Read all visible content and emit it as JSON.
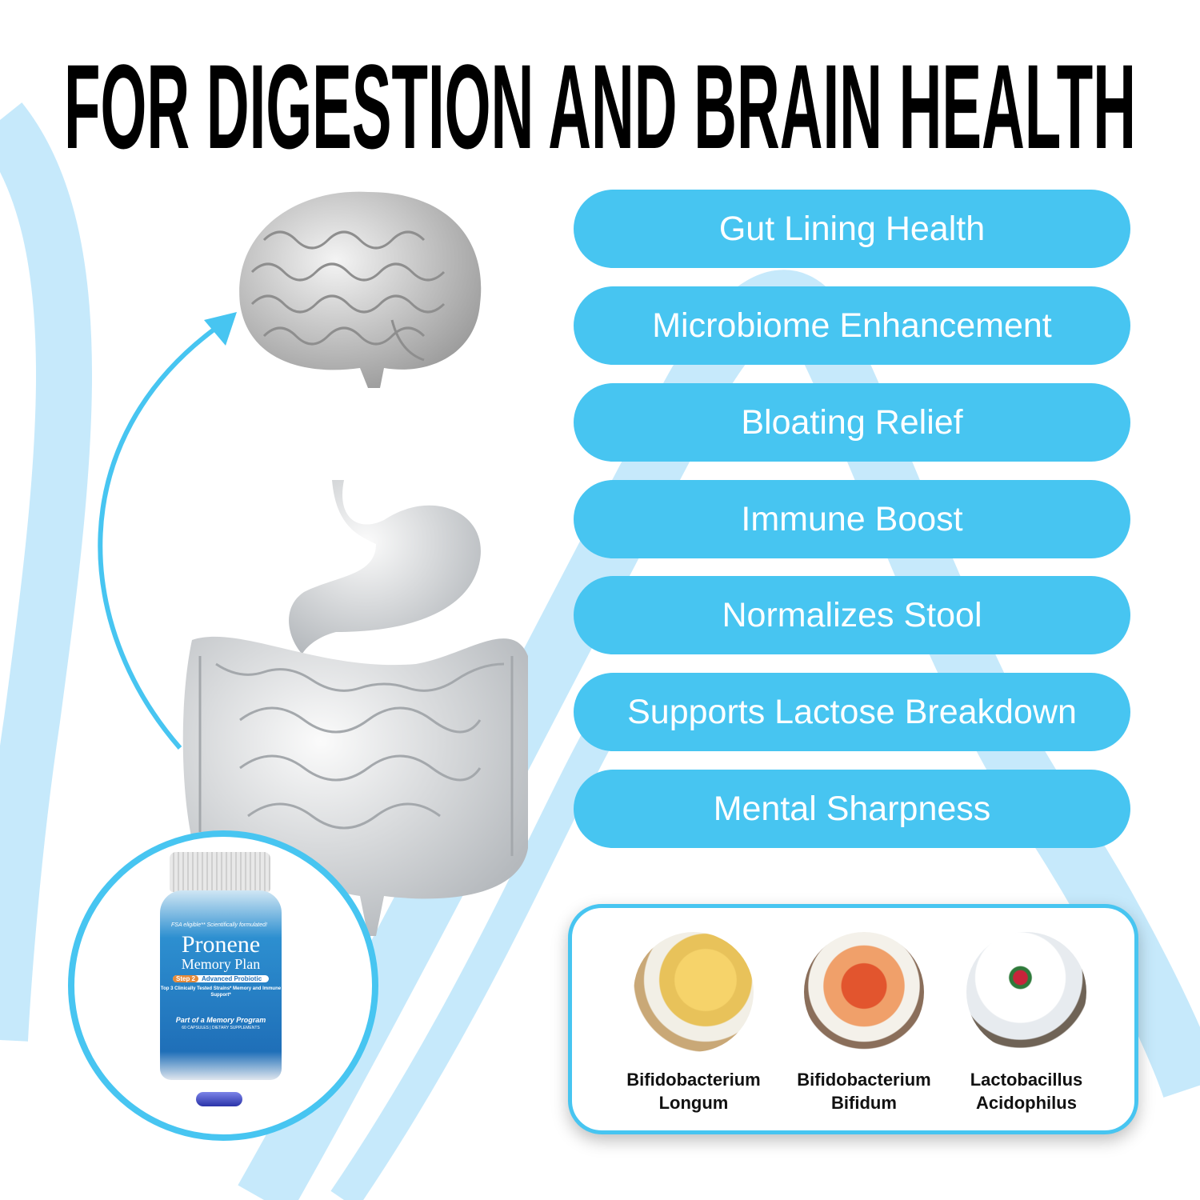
{
  "headline": "FOR DIGESTION AND BRAIN HEALTH",
  "benefits": [
    "Gut Lining Health",
    "Microbiome Enhancement",
    "Bloating Relief",
    "Immune Boost",
    "Normalizes Stool",
    "Supports Lactose Breakdown",
    "Mental Sharpness"
  ],
  "strains": [
    {
      "line1": "Bifidobacterium",
      "line2": "Longum",
      "food": "cheese"
    },
    {
      "line1": "Bifidobacterium",
      "line2": "Bifidum",
      "food": "kimchi"
    },
    {
      "line1": "Lactobacillus",
      "line2": "Acidophilus",
      "food": "yogurt"
    }
  ],
  "product": {
    "tagline": "FSA eligible** Scientifically formulated!",
    "brand": "Pronene",
    "name": "Memory Plan",
    "step": "Step 2",
    "type": "Advanced Probiotic",
    "claim": "Top 3 Clinically Tested Strains* Memory and Immune Support*",
    "program": "Part of a Memory Program",
    "count": "60 CAPSULES | DIETARY SUPPLEMENTS"
  },
  "colors": {
    "accent": "#47c5f1",
    "ribbon": "#c6e9fb"
  }
}
